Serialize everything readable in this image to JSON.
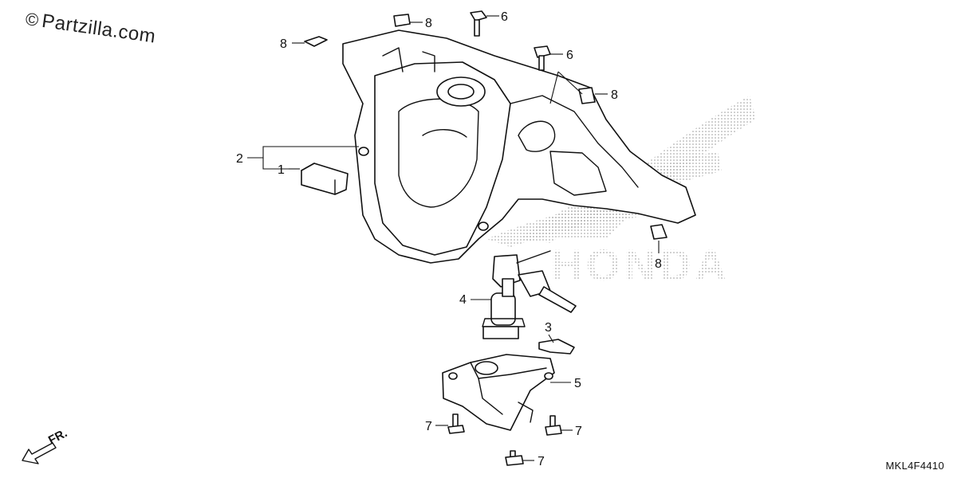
{
  "watermark": {
    "copyright_symbol": "©",
    "text": "Partzilla.com"
  },
  "diagram_code": "MKL4F4410",
  "direction_label": "FR.",
  "brand_watermark": "HONDA",
  "callouts": {
    "c1": "1",
    "c2": "2",
    "c3": "3",
    "c4": "4",
    "c5": "5",
    "c6a": "6",
    "c6b": "6",
    "c7a": "7",
    "c7b": "7",
    "c7c": "7",
    "c8a": "8",
    "c8b": "8",
    "c8c": "8",
    "c8d": "8"
  }
}
